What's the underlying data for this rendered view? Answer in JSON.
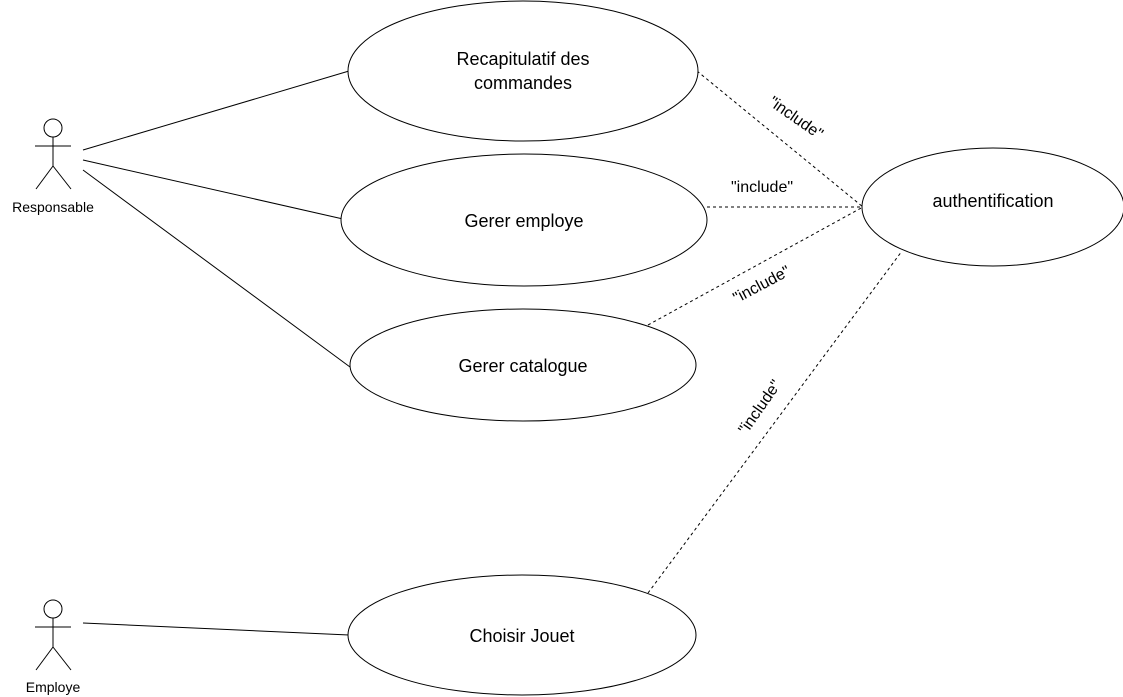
{
  "actors": {
    "responsable": {
      "label": "Responsable"
    },
    "employe": {
      "label": "Employe"
    }
  },
  "use_cases": {
    "recapitulatif": {
      "line1": "Recapitulatif des",
      "line2": "commandes"
    },
    "gerer_employe": {
      "label": "Gerer employe"
    },
    "gerer_catalogue": {
      "label": "Gerer catalogue"
    },
    "choisir_jouet": {
      "label": "Choisir Jouet"
    },
    "authentification": {
      "label": "authentification"
    }
  },
  "relations": {
    "include_recap": "\"include\"",
    "include_employe": "\"include\"",
    "include_catalogue": "\"include\"",
    "include_jouet": "\"include\""
  }
}
